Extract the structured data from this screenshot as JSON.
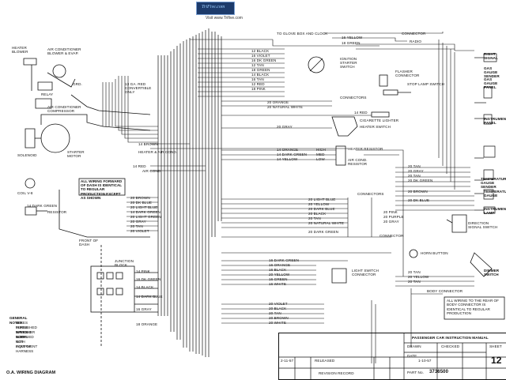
{
  "header": {
    "logo_text": "TriFive.com",
    "site_url": "Visit www.Trifive.com"
  },
  "diagram_title": "O.A. WIRING DIAGRAM",
  "notes": {
    "heading": "GENERAL NOTES",
    "lines": [
      "WIRES FURNISHED BY FISHER BODY",
      "WIRES SPLICED",
      "WIRES SUPPLIED WITH EQUIPMENT",
      "WIRES NOT PART OF HARNESS"
    ]
  },
  "labels": {
    "glove_box": "TO GLOVE BOX AND CLOCK",
    "connector_top": "CONNECTOR",
    "radio": "RADIO",
    "heater_blower": "HEATER BLOWER",
    "ac_blower": "AIR CONDITIONER BLOWER & EVAP.",
    "relay": "RELAY",
    "grd": "GRD.",
    "ac_comp": "AIR CONDITIONER COMPRESSOR",
    "solenoid": "SOLENOID",
    "starter": "STARTER MOTOR",
    "coil": "COIL V-8",
    "resistor": "RESISTOR",
    "ign_switch": "IGNITION STARTER SWITCH",
    "flasher": "FLASHER CONNECTOR",
    "stop_lamp": "STOP LAMP SWITCH",
    "connectors_a": "CONNECTORS",
    "cig_lighter": "CIGARETTE LIGHTER",
    "heater_switch": "HEATER SWITCH",
    "heater_resistor": "HEATER RESISTOR",
    "ac_resistor": "AIR COND. RESISTOR",
    "high": "HIGH",
    "med": "MED",
    "low": "LOW",
    "gauge": "13 GA. RED CONVERTIBLE ONLY",
    "heater_ac": "HEATER & AIR COND.",
    "ac_cond": "AIR COND.",
    "all_wiring": "ALL WIRING FORWARD OF DASH IS IDENTICAL TO REGULAR PRODUCTION EXCEPT AS SHOWN",
    "front_dash": "FRONT OF DASH",
    "junction": "JUNCTION BLOCK",
    "connectors_b": "CONNECTORS",
    "connector_mid": "CONNECTOR",
    "horn": "HORN BUTTON",
    "dir_switch": "DIRECTION SIGNAL SWITCH",
    "light_switch": "LIGHT SWITCH CONNECTOR",
    "body_connector": "BODY CONNECTOR",
    "rear_note": "ALL WIRING TO THE REAR OF BODY CONNECTOR IS IDENTICAL TO REGULAR PRODUCTION",
    "right_signal": "RIGHT SIGNAL",
    "gas_sender": "GAS GAUGE SENDER",
    "gas_panel": "GAS GAUGE PANEL",
    "instr_panel": "INSTRUMENT PANEL",
    "dimmer": "DIMMER SWITCH",
    "temp_sender": "TEMPERATURE GAUGE SENDER",
    "temp_gauge": "TEMPERATURE GAUGE",
    "instr_lamp": "INSTRUMENT LAMP"
  },
  "wires_top": [
    "16 YELLOW",
    "18 GREEN",
    "12 BLACK",
    "16 VIOLET",
    "16 DK GREEN",
    "12 TAN",
    "18 GREEN",
    "14 BLACK",
    "16 TAN",
    "12 RED",
    "18 PINK"
  ],
  "wires_mid": [
    "20 ORANGE",
    "20 NATURAL WHITE",
    "14 RED",
    "20 GRAY",
    "14 BROWN",
    "14 ORANGE",
    "14 DARK GREEN",
    "14 YELLOW",
    "14 RED"
  ],
  "wires_left": [
    "20 BROWN",
    "20 DK BLUE",
    "20 LIGHT BLUE",
    "14 DARK GREEN",
    "20 LIGHT GREEN",
    "20 GRAY",
    "20 TAN",
    "20 VIOLET"
  ],
  "wires_center": [
    "20 LIGHT BLUE",
    "20 YELLOW",
    "20 DARK BLUE",
    "20 BLACK",
    "20 TAN",
    "20 NATURAL WHITE",
    "20 DARK GREEN"
  ],
  "wires_right": [
    "20 TAN",
    "20 GRAY",
    "20 TAN",
    "20 DK GREEN",
    "20 BROWN",
    "20 DK BLUE",
    "20 PINK",
    "20 PURPLE",
    "20 GRAY",
    "20 TAN",
    "20 YELLOW",
    "20 TAN"
  ],
  "wires_block": [
    "14 PINK",
    "16 DK GREEN",
    "14 BLACK",
    "14 DARK BLUE",
    "16 GRAY",
    "18 ORANGE"
  ],
  "wires_bottom": [
    "16 DARK GREEN",
    "16 ORANGE",
    "16 BLACK",
    "20 YELLOW",
    "16 GREEN",
    "16 WHITE",
    "20 VIOLET",
    "20 BLACK",
    "20 TAN",
    "20 BROWN",
    "20 WHITE"
  ],
  "title_block": {
    "passenger": "PASSENGER CAR INSTRUCTION MANUAL",
    "drawn": "DRAWN",
    "checked": "CHECKED",
    "date": "DATE",
    "sheet": "SHEET",
    "date_val": "1-10-57",
    "part_no_label": "PART No.",
    "part_no": "3736500",
    "released": "RELEASED",
    "revision": "REVISION RECORD",
    "rev_date": "2-11-57",
    "sheet_no": "12"
  },
  "colors": {
    "ink": "#111111",
    "logo_bg": "#1d3b6b"
  }
}
